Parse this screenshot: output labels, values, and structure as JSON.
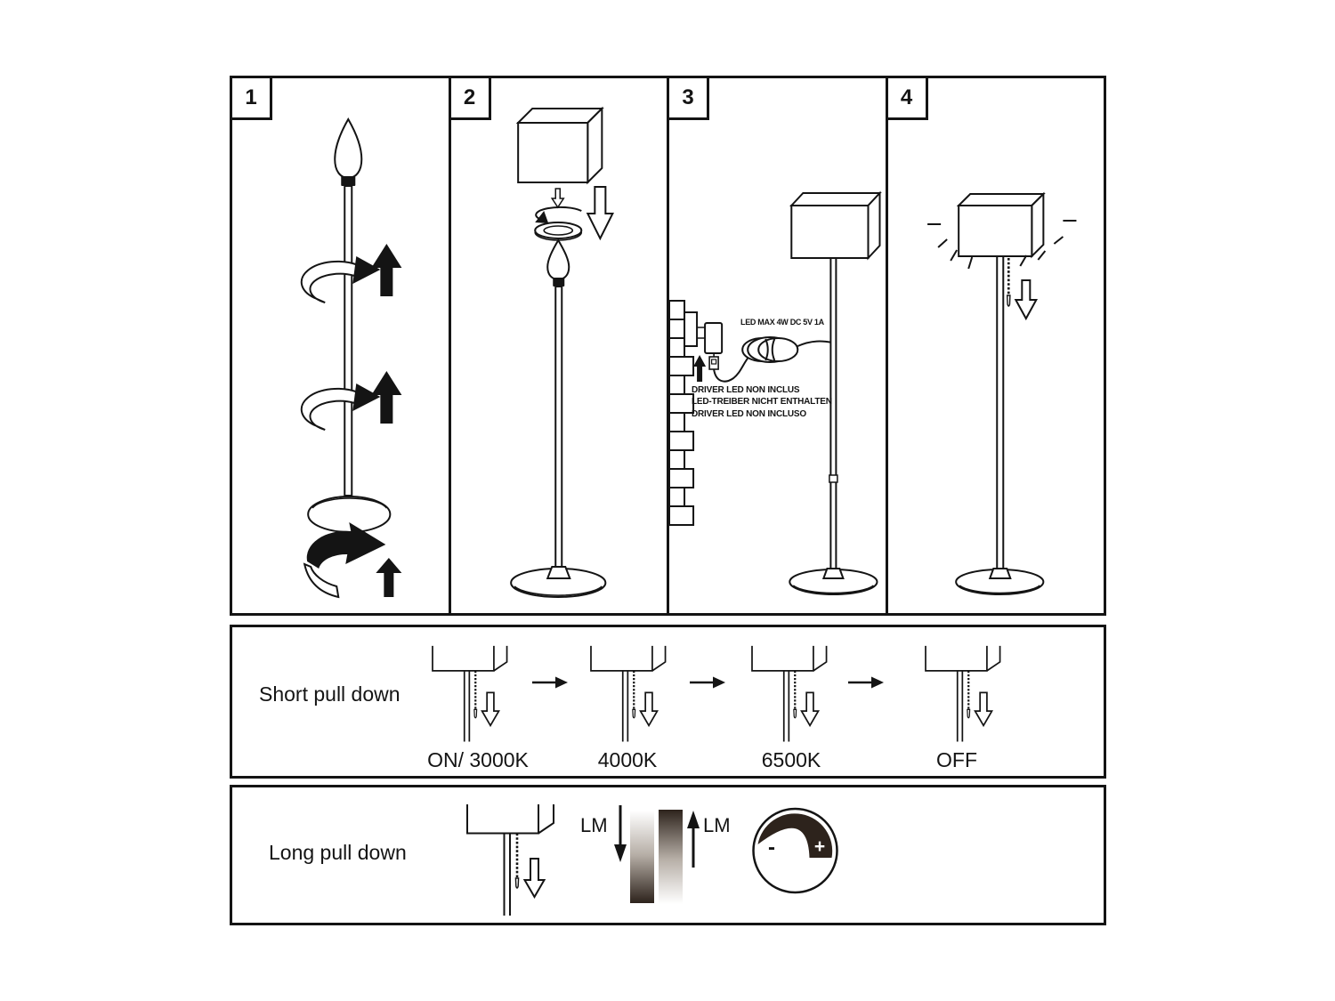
{
  "assembly": {
    "panel_numbers": [
      "1",
      "2",
      "3",
      "4"
    ]
  },
  "panel3": {
    "power_label": "LED MAX 4W DC 5V 1A",
    "notes": [
      "DRIVER LED NON INCLUS",
      "LED-TREIBER NICHT ENTHALTEN",
      "DRIVER LED NON INCLUSO"
    ]
  },
  "short_pull": {
    "title": "Short pull down",
    "steps": [
      "ON/ 3000K",
      "4000K",
      "6500K",
      "OFF"
    ]
  },
  "long_pull": {
    "title": "Long pull down",
    "lumen_decrease_label": "LM",
    "lumen_increase_label": "LM",
    "dial_minus_label": "-",
    "dial_plus_label": "+"
  },
  "colors": {
    "line": "#141414",
    "background": "#ffffff",
    "gradient_dark": "#2d231c"
  }
}
